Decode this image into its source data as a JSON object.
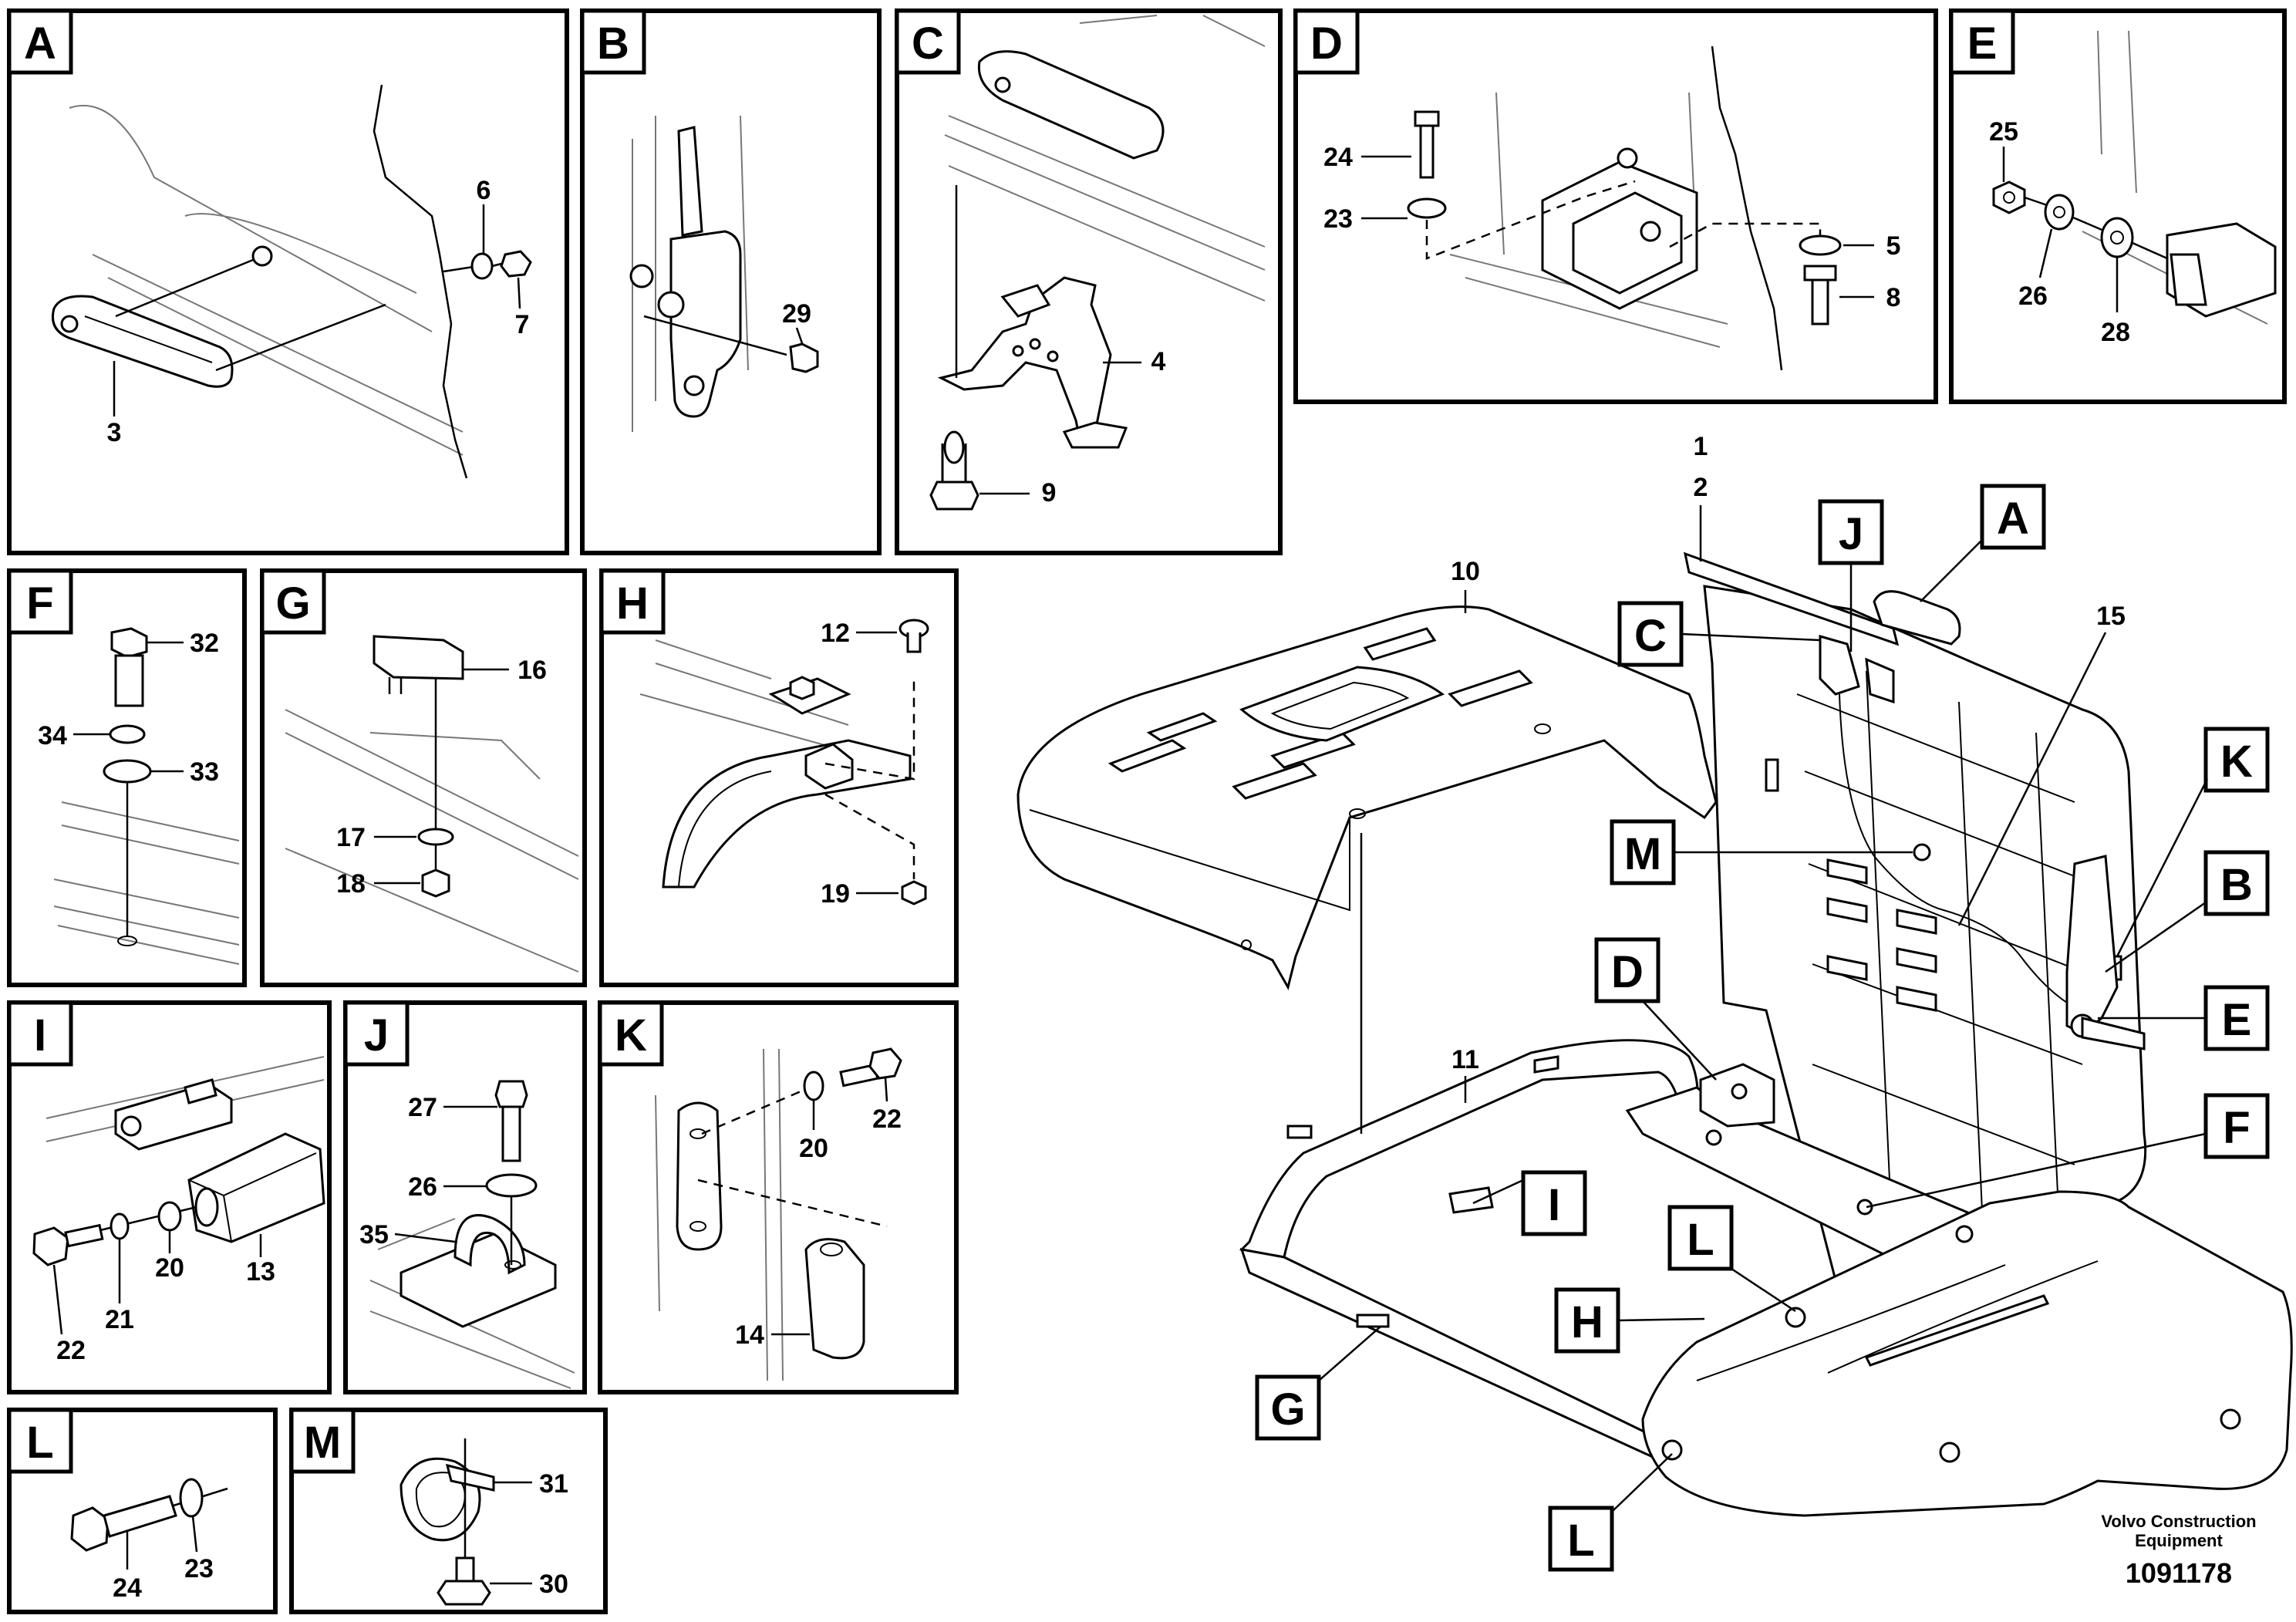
{
  "panels": {
    "A": {
      "letter": "A",
      "callouts": [
        "6",
        "7",
        "3"
      ]
    },
    "B": {
      "letter": "B",
      "callouts": [
        "29"
      ]
    },
    "C": {
      "letter": "C",
      "callouts": [
        "4",
        "9"
      ]
    },
    "D": {
      "letter": "D",
      "callouts": [
        "24",
        "23",
        "5",
        "8"
      ]
    },
    "E": {
      "letter": "E",
      "callouts": [
        "25",
        "26",
        "28"
      ]
    },
    "F": {
      "letter": "F",
      "callouts": [
        "32",
        "34",
        "33"
      ]
    },
    "G": {
      "letter": "G",
      "callouts": [
        "16",
        "17",
        "18"
      ]
    },
    "H": {
      "letter": "H",
      "callouts": [
        "12",
        "19"
      ]
    },
    "I": {
      "letter": "I",
      "callouts": [
        "13",
        "22",
        "21",
        "20"
      ]
    },
    "J": {
      "letter": "J",
      "callouts": [
        "27",
        "26",
        "35"
      ]
    },
    "K": {
      "letter": "K",
      "callouts": [
        "20",
        "22",
        "14"
      ]
    },
    "L": {
      "letter": "L",
      "callouts": [
        "24",
        "23"
      ]
    },
    "M": {
      "letter": "M",
      "callouts": [
        "31",
        "30"
      ]
    }
  },
  "main": {
    "callouts": [
      "1",
      "2",
      "10",
      "11",
      "15"
    ],
    "tags": [
      "J",
      "A",
      "C",
      "K",
      "M",
      "B",
      "E",
      "D",
      "F",
      "L",
      "H",
      "G",
      "I",
      "L"
    ]
  },
  "footer": {
    "brand_line1": "Volvo Construction",
    "brand_line2": "Equipment",
    "drawing_number": "1091178"
  }
}
